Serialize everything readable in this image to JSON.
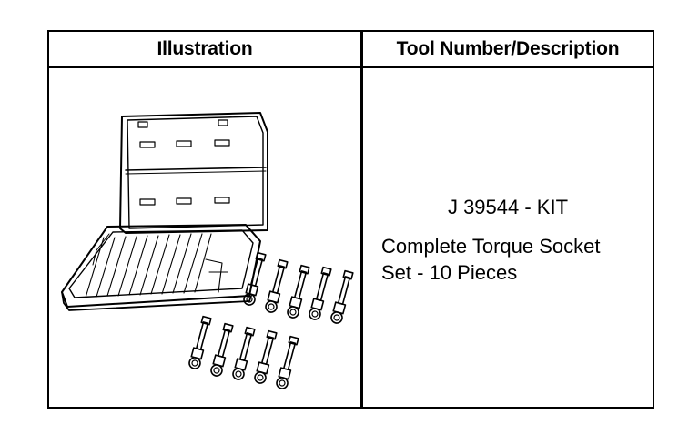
{
  "table": {
    "headers": {
      "illustration": "Illustration",
      "tool": "Tool Number/Description"
    },
    "row": {
      "tool_number": "J 39544 - KIT",
      "description_line1": "Complete Torque Socket",
      "description_line2": "Set - 10 Pieces"
    }
  }
}
